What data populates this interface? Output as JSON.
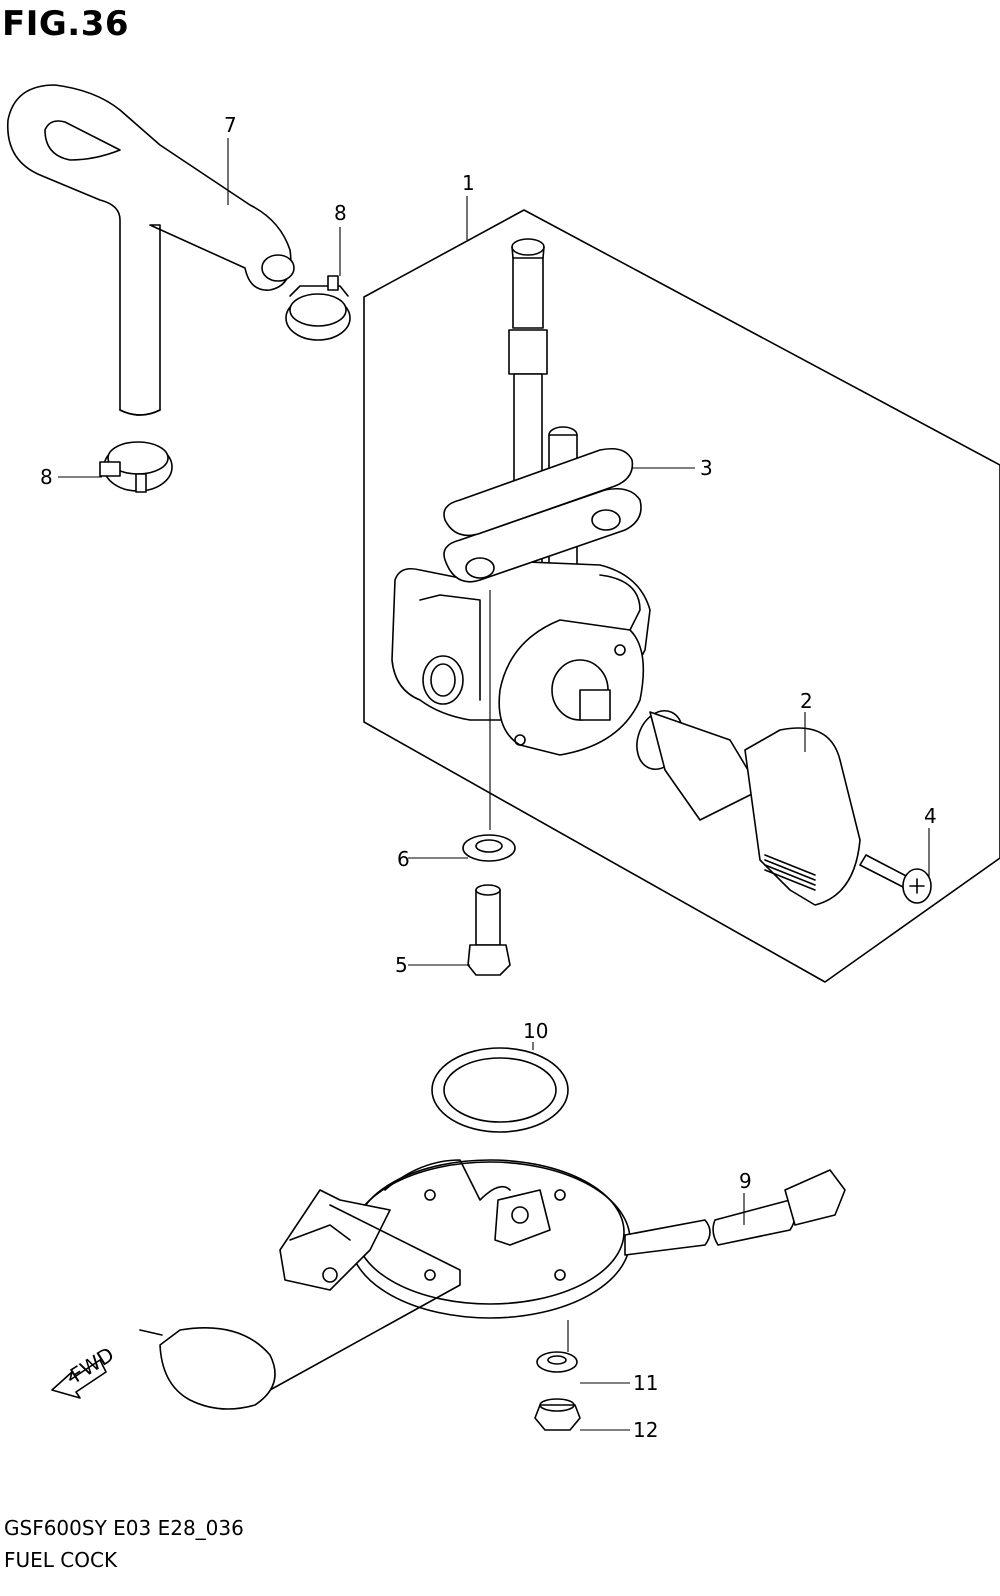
{
  "figure": {
    "title": "FIG.36",
    "code": "GSF600SY E03 E28_036",
    "name": "FUEL COCK"
  },
  "callouts": [
    "1",
    "2",
    "3",
    "4",
    "5",
    "6",
    "7",
    "8",
    "8",
    "9",
    "10",
    "11",
    "12"
  ],
  "fwd_label": "FWD"
}
